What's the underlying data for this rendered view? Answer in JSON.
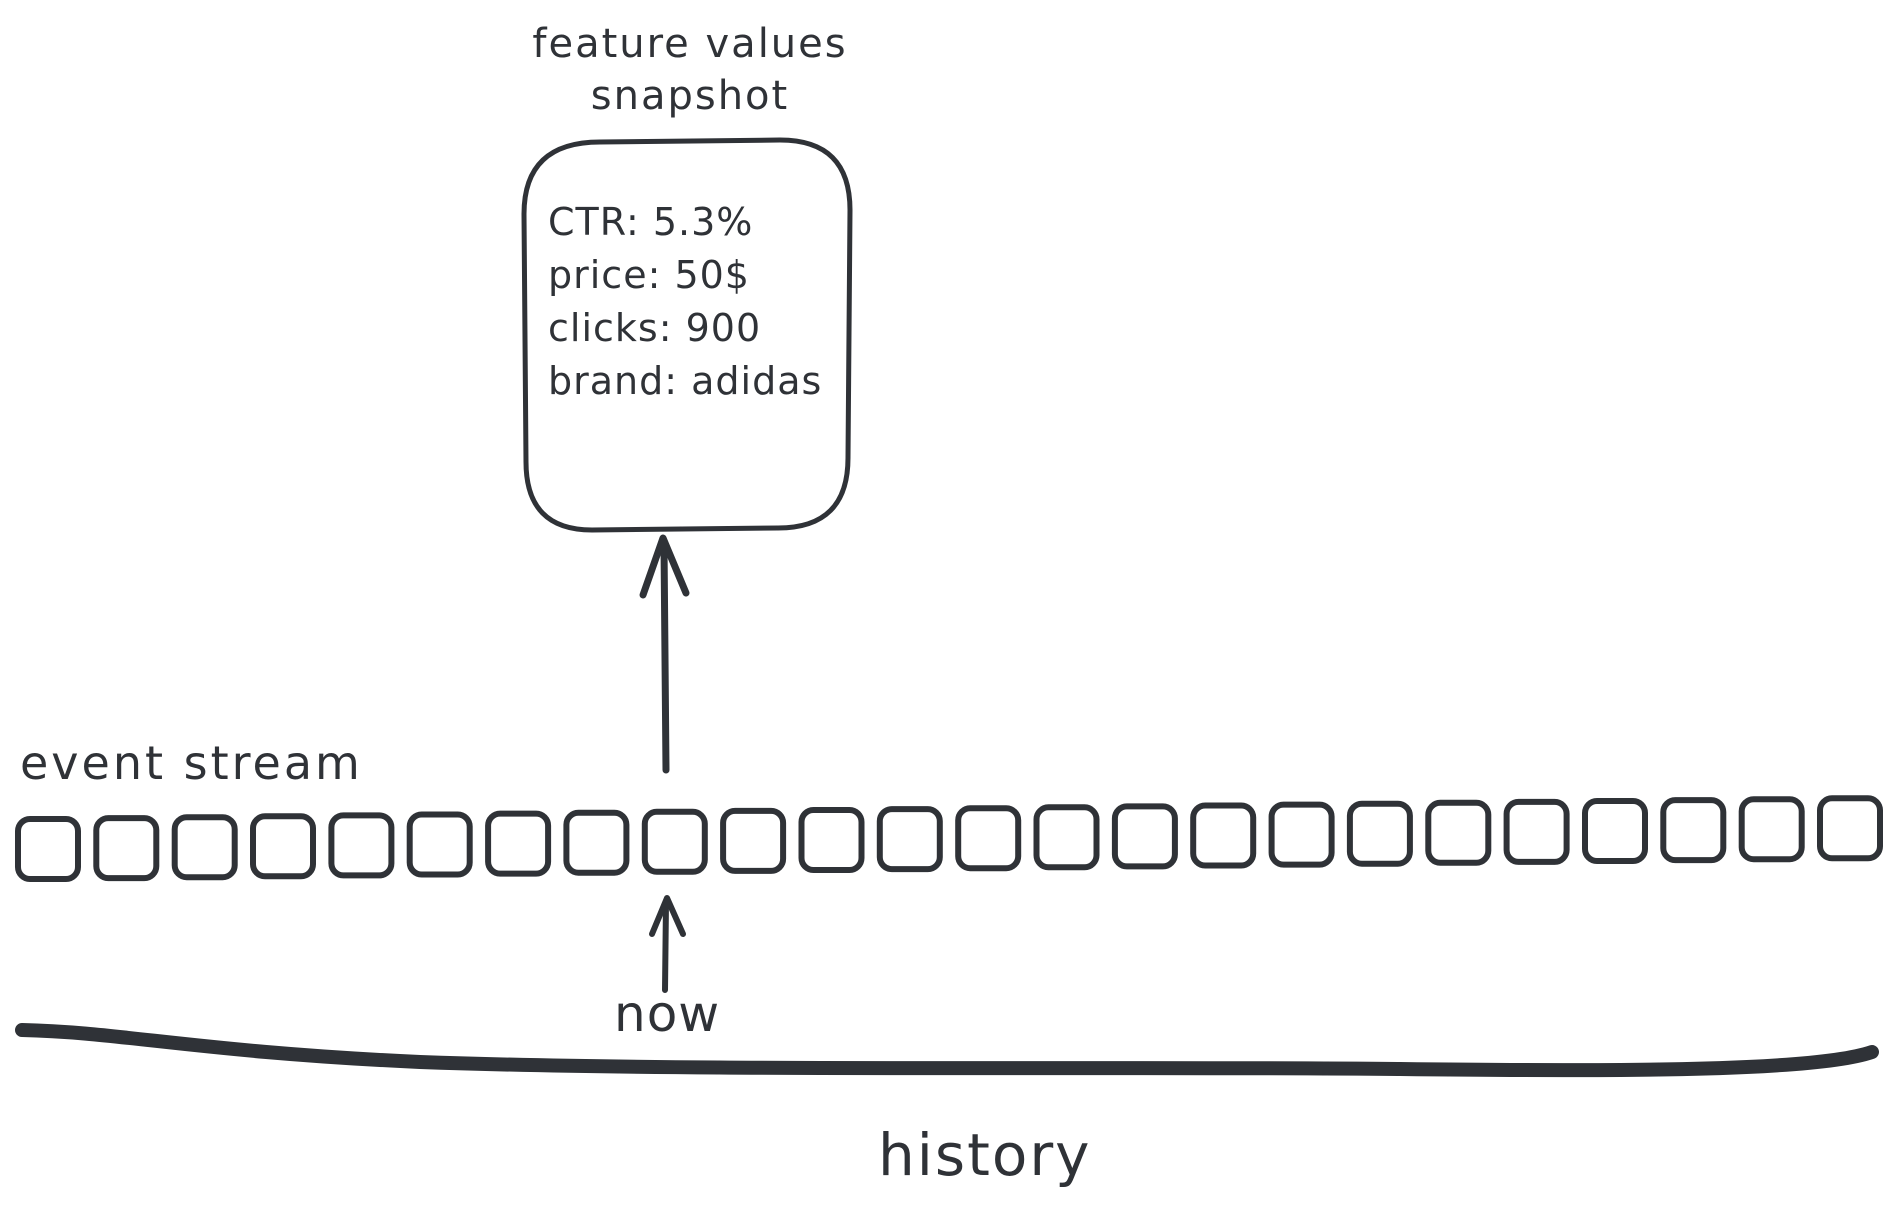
{
  "snapshot": {
    "title_line1": "feature values",
    "title_line2": "snapshot",
    "features": [
      "CTR: 5.3%",
      "price: 50$",
      "clicks: 900",
      "brand: adidas"
    ]
  },
  "stream": {
    "label": "event stream",
    "event_count": 24
  },
  "now_label": "now",
  "history_label": "history",
  "colors": {
    "ink": "#2f3237",
    "background": "#ffffff"
  }
}
